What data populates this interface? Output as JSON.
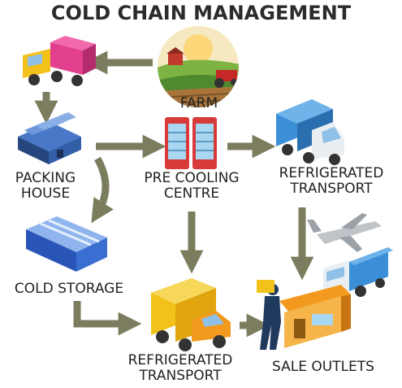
{
  "title": "COLD CHAIN MANAGEMENT",
  "nodes": {
    "farm": "FARM",
    "packing_house": [
      "PACKING",
      "HOUSE"
    ],
    "pre_cooling": [
      "PRE COOLING",
      "CENTRE"
    ],
    "refrigerated_transport_top": [
      "REFRIGERATED",
      "TRANSPORT"
    ],
    "cold_storage": "COLD STORAGE",
    "refrigerated_transport_bottom": [
      "REFRIGERATED",
      "TRANSPORT"
    ],
    "sale_outlets": "SALE OUTLETS"
  },
  "colors": {
    "arrow": "#7b7d5e",
    "truck_pink": "#e23f8e",
    "truck_yellow": "#f2c21b",
    "truck_blue": "#3b8fd6",
    "storage_blue": "#3a6fd1",
    "fridge_red": "#d83a3a",
    "outlet_orange": "#f39a1e"
  }
}
